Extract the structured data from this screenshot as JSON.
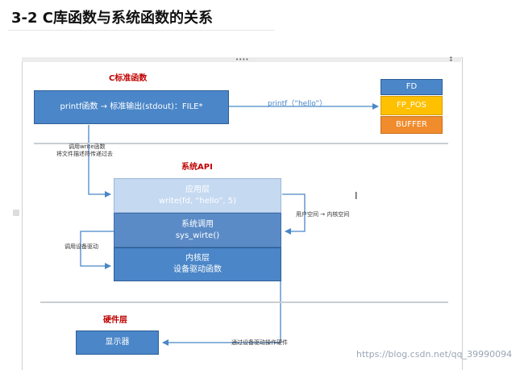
{
  "title": "3-2 C库函数与系统函数的关系",
  "sections": {
    "c_lib": "C标准函数",
    "sys_api": "系统API",
    "hardware": "硬件层"
  },
  "boxes": {
    "printf_box": "printf函数 → 标准输出(stdout)：FILE*",
    "fd": "FD",
    "fp_pos": "FP_POS",
    "buffer": "BUFFER",
    "app_layer_title": "应用层",
    "app_layer_call": "write(fd, “hello”, 5)",
    "syscall_title": "系统调用",
    "syscall_call": "sys_wirte()",
    "kernel_title": "内核层",
    "kernel_sub": "设备驱动函数",
    "display": "显示器"
  },
  "labels": {
    "printf_hello": "printf（“hello”）",
    "call_write_1": "调用write函数",
    "call_write_2": "将文件描述符传递过去",
    "user_kernel": "用户空间 → 内核空间",
    "call_driver": "调用设备驱动",
    "drive_hw": "通过设备驱动操作硬件"
  },
  "colors": {
    "box_blue": "#4a86c8",
    "app_layer": "#c5d9f1",
    "syscall_layer": "#5b8bc7",
    "kernel_layer": "#4a86c8",
    "fp_pos": "#ffc000",
    "buffer": "#f08c2c",
    "heading_red": "#c00000",
    "arrow": "#4a86c8"
  },
  "watermark": "https://blog.csdn.net/qq_39990094"
}
